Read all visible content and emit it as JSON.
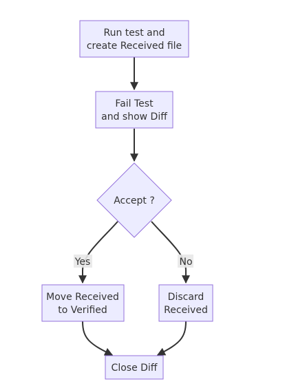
{
  "flowchart": {
    "colors": {
      "node_fill": "#ececff",
      "node_border": "#9370db",
      "edge": "#333333",
      "text": "#333333",
      "label_background": "#e8e8e8"
    },
    "nodes": {
      "run_test": {
        "line1": "Run test and",
        "line2": "create Received file"
      },
      "fail_test": {
        "line1": "Fail Test",
        "line2": "and show Diff"
      },
      "accept": {
        "label": "Accept ?"
      },
      "move_received": {
        "line1": "Move Received",
        "line2": "to Verified"
      },
      "discard_received": {
        "line1": "Discard",
        "line2": "Received"
      },
      "close_diff": {
        "label": "Close Diff"
      }
    },
    "edge_labels": {
      "yes": "Yes",
      "no": "No"
    }
  }
}
